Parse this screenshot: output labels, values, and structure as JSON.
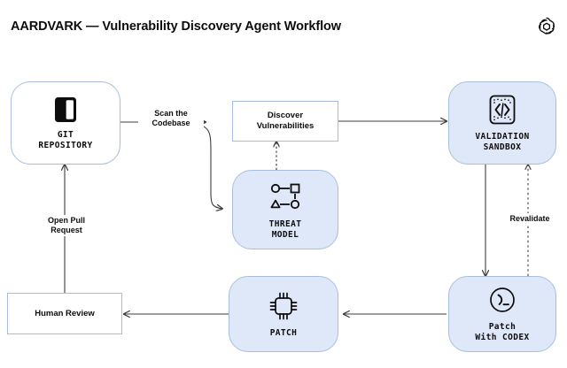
{
  "header": {
    "title": "AARDVARK — Vulnerability Discovery Agent Workflow",
    "logo": "openai-logo"
  },
  "colors": {
    "node_fill_blue": "#dfe8f8",
    "node_fill_white": "#ffffff",
    "node_border": "#a9bede",
    "edge_stroke": "#3d3d3d",
    "text": "#0d0d0d",
    "background": "#ffffff"
  },
  "diagram": {
    "nodes": [
      {
        "id": "git-repository",
        "label": "GIT\nREPOSITORY",
        "icon": "book-icon",
        "shape": "rounded-rect",
        "fill": "#ffffff"
      },
      {
        "id": "discover-vulnerabilities",
        "label": "Discover\nVulnerabilities",
        "icon": null,
        "shape": "rect",
        "fill": "#ffffff"
      },
      {
        "id": "threat-model",
        "label": "THREAT\nMODEL",
        "icon": "node-graph-icon",
        "shape": "rounded-rect",
        "fill": "#dfe8f8"
      },
      {
        "id": "validation-sandbox",
        "label": "VALIDATION\nSANDBOX",
        "icon": "code-brackets-icon",
        "shape": "rounded-rect",
        "fill": "#dfe8f8"
      },
      {
        "id": "patch-with-codex",
        "label": "Patch\nWith CODEX",
        "icon": "terminal-prompt-icon",
        "shape": "rounded-rect",
        "fill": "#dfe8f8"
      },
      {
        "id": "patch",
        "label": "PATCH",
        "icon": "cpu-chip-icon",
        "shape": "rounded-rect",
        "fill": "#dfe8f8"
      },
      {
        "id": "human-review",
        "label": "Human Review",
        "icon": null,
        "shape": "rect",
        "fill": "#ffffff"
      }
    ],
    "edges": [
      {
        "id": "scan-the-codebase",
        "label": "Scan the\nCodebase",
        "from": "git-repository",
        "to": "discover-vulnerabilities",
        "style": "solid"
      },
      {
        "id": "scan-branch-threat-model",
        "label": "",
        "from": "git-repository",
        "to": "threat-model",
        "style": "solid"
      },
      {
        "id": "threat-model-feeds-discovery",
        "label": "",
        "from": "threat-model",
        "to": "discover-vulnerabilities",
        "style": "dashed"
      },
      {
        "id": "discovery-to-sandbox",
        "label": "",
        "from": "discover-vulnerabilities",
        "to": "validation-sandbox",
        "style": "solid"
      },
      {
        "id": "sandbox-to-codex",
        "label": "",
        "from": "validation-sandbox",
        "to": "patch-with-codex",
        "style": "solid"
      },
      {
        "id": "revalidate",
        "label": "Revalidate",
        "from": "patch-with-codex",
        "to": "validation-sandbox",
        "style": "dashed"
      },
      {
        "id": "codex-to-patch",
        "label": "",
        "from": "patch-with-codex",
        "to": "patch",
        "style": "solid"
      },
      {
        "id": "patch-to-human-review",
        "label": "",
        "from": "patch",
        "to": "human-review",
        "style": "solid"
      },
      {
        "id": "open-pull-request",
        "label": "Open Pull\nRequest",
        "from": "human-review",
        "to": "git-repository",
        "style": "solid"
      }
    ]
  }
}
